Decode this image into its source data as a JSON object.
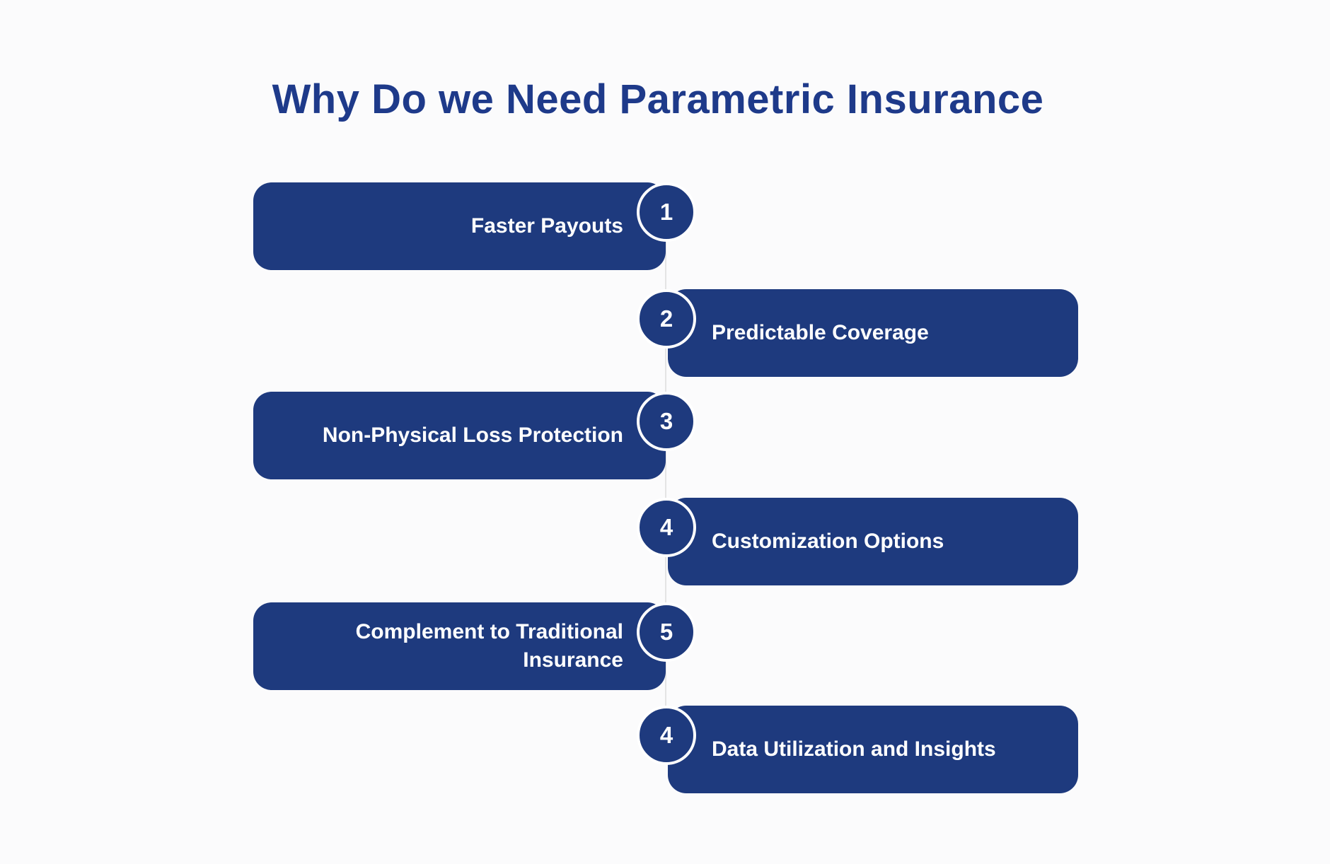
{
  "page": {
    "background_color": "#fbfbfc"
  },
  "title": {
    "text": "Why Do we Need Parametric Insurance",
    "color": "#1e3a8a"
  },
  "diagram": {
    "box_color": "#1e3a7e",
    "label_color": "#ffffff",
    "badge_border_color": "#ffffff",
    "connector_color": "#e4e4e4",
    "items": [
      {
        "number": "1",
        "label": "Faster Payouts",
        "side": "left"
      },
      {
        "number": "2",
        "label": "Predictable Coverage",
        "side": "right"
      },
      {
        "number": "3",
        "label": "Non-Physical Loss Protection",
        "side": "left"
      },
      {
        "number": "4",
        "label": "Customization Options",
        "side": "right"
      },
      {
        "number": "5",
        "label": "Complement to Traditional Insurance",
        "side": "left"
      },
      {
        "number": "4",
        "label": "Data Utilization and Insights",
        "side": "right"
      }
    ]
  }
}
